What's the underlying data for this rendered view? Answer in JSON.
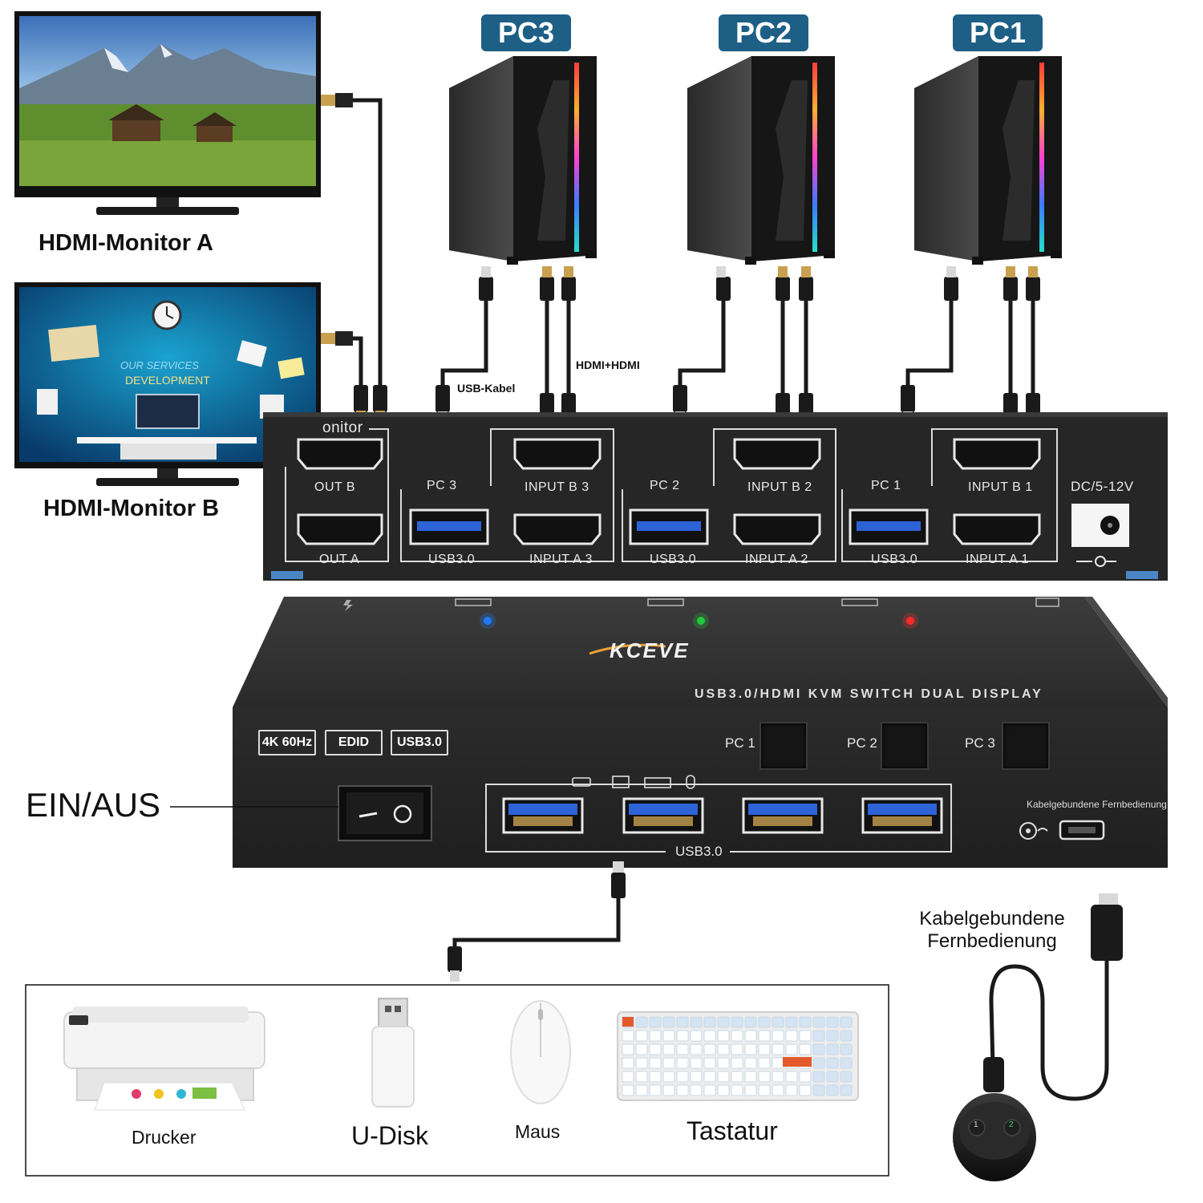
{
  "pcs": [
    {
      "label": "PC3"
    },
    {
      "label": "PC2"
    },
    {
      "label": "PC1"
    }
  ],
  "monitors": {
    "a_label": "HDMI-Monitor A",
    "b_label": "HDMI-Monitor B",
    "b_screen_text1": "OUR SERVICES",
    "b_screen_text2": "DEVELOPMENT"
  },
  "cables": {
    "usb_label": "USB-Kabel",
    "hdmi_label": "HDMI+HDMI"
  },
  "rear_panel": {
    "monitor_partial": "onitor",
    "out_b": "OUT B",
    "out_a": "OUT A",
    "groups": [
      {
        "pc": "PC 3",
        "input_b": "INPUT B 3",
        "usb": "USB3.0",
        "input_a": "INPUT A 3"
      },
      {
        "pc": "PC 2",
        "input_b": "INPUT B 2",
        "usb": "USB3.0",
        "input_a": "INPUT A 2"
      },
      {
        "pc": "PC 1",
        "input_b": "INPUT B 1",
        "usb": "USB3.0",
        "input_a": "INPUT A 1"
      }
    ],
    "dc_label": "DC/5-12V"
  },
  "front_panel": {
    "top_text": "USB3.0/HDMI KVM SWITCH DUAL DISPLAY",
    "brand": "KCEVE",
    "badges": [
      "4K 60Hz",
      "EDID",
      "USB3.0"
    ],
    "pc_buttons": [
      "PC 1",
      "PC 2",
      "PC 3"
    ],
    "usb_label": "USB3.0",
    "remote_port_label": "Kabelgebundene Fernbedienung",
    "led_colors": [
      "#1e7bff",
      "#22c83c",
      "#ff2a2a"
    ],
    "power_label": "EIN/AUS"
  },
  "devices": [
    {
      "label": "Drucker",
      "icon": "printer-icon"
    },
    {
      "label": "U-Disk",
      "icon": "usb-stick-icon"
    },
    {
      "label": "Maus",
      "icon": "mouse-icon"
    },
    {
      "label": "Tastatur",
      "icon": "keyboard-icon"
    }
  ],
  "remote": {
    "title_line1": "Kabelgebundene",
    "title_line2": "Fernbedienung",
    "button1": "1",
    "button2": "2"
  }
}
